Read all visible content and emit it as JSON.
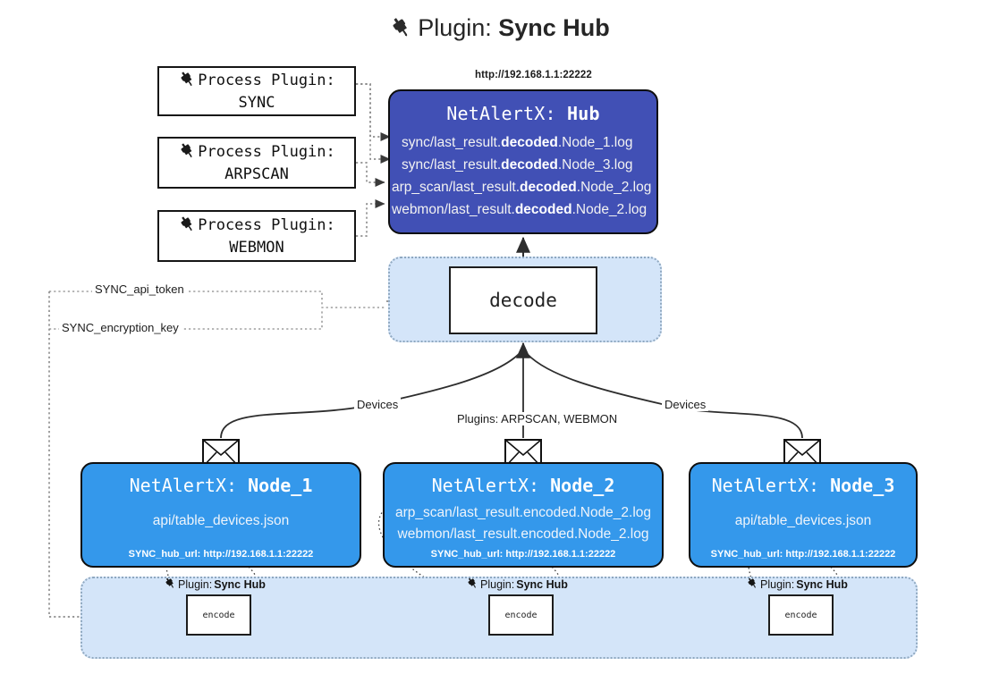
{
  "title": {
    "prefix": "Plugin:",
    "name": "Sync Hub",
    "icon": "plug-icon"
  },
  "colors": {
    "hub_fill": "#4150b5",
    "node_fill": "#3498eb",
    "container_fill": "#d4e5f9",
    "border": "#0e0e0e",
    "white": "#ffffff"
  },
  "process_plugins": [
    {
      "label": "Process Plugin:",
      "name": "SYNC",
      "icon": "plug-icon"
    },
    {
      "label": "Process Plugin:",
      "name": "ARPSCAN",
      "icon": "plug-icon"
    },
    {
      "label": "Process Plugin:",
      "name": "WEBMON",
      "icon": "plug-icon"
    }
  ],
  "hub": {
    "url": "http://192.168.1.1:22222",
    "title_prefix": "NetAlertX:",
    "title_name": "Hub",
    "logs": [
      {
        "pre": "sync/last_result.",
        "em": "decoded",
        "post": ".Node_1.log"
      },
      {
        "pre": "sync/last_result.",
        "em": "decoded",
        "post": ".Node_3.log"
      },
      {
        "pre": "arp_scan/last_result.",
        "em": "decoded",
        "post": ".Node_2.log"
      },
      {
        "pre": "webmon/last_result.",
        "em": "decoded",
        "post": ".Node_2.log"
      }
    ]
  },
  "decode": {
    "label": "decode"
  },
  "secrets": [
    {
      "label": "SYNC_api_token"
    },
    {
      "label": "SYNC_encryption_key"
    }
  ],
  "edge_labels": {
    "devices_left": "Devices",
    "devices_right": "Devices",
    "plugins_center": "Plugins: ARPSCAN, WEBMON"
  },
  "nodes": [
    {
      "title_prefix": "NetAlertX:",
      "title_name": "Node_1",
      "logs": [
        "api/table_devices.json"
      ],
      "url_label": "SYNC_hub_url: http://192.168.1.1:22222",
      "icon": "envelope-icon"
    },
    {
      "title_prefix": "NetAlertX:",
      "title_name": "Node_2",
      "logs": [
        "arp_scan/last_result.encoded.Node_2.log",
        "webmon/last_result.encoded.Node_2.log"
      ],
      "url_label": "SYNC_hub_url: http://192.168.1.1:22222",
      "icon": "envelope-icon"
    },
    {
      "title_prefix": "NetAlertX:",
      "title_name": "Node_3",
      "logs": [
        "api/table_devices.json"
      ],
      "url_label": "SYNC_hub_url: http://192.168.1.1:22222",
      "icon": "envelope-icon"
    }
  ],
  "encoders": [
    {
      "caption_prefix": "Plugin:",
      "caption_name": "Sync Hub",
      "label": "encode",
      "icon": "plug-icon"
    },
    {
      "caption_prefix": "Plugin:",
      "caption_name": "Sync Hub",
      "label": "encode",
      "icon": "plug-icon"
    },
    {
      "caption_prefix": "Plugin:",
      "caption_name": "Sync Hub",
      "label": "encode",
      "icon": "plug-icon"
    }
  ]
}
